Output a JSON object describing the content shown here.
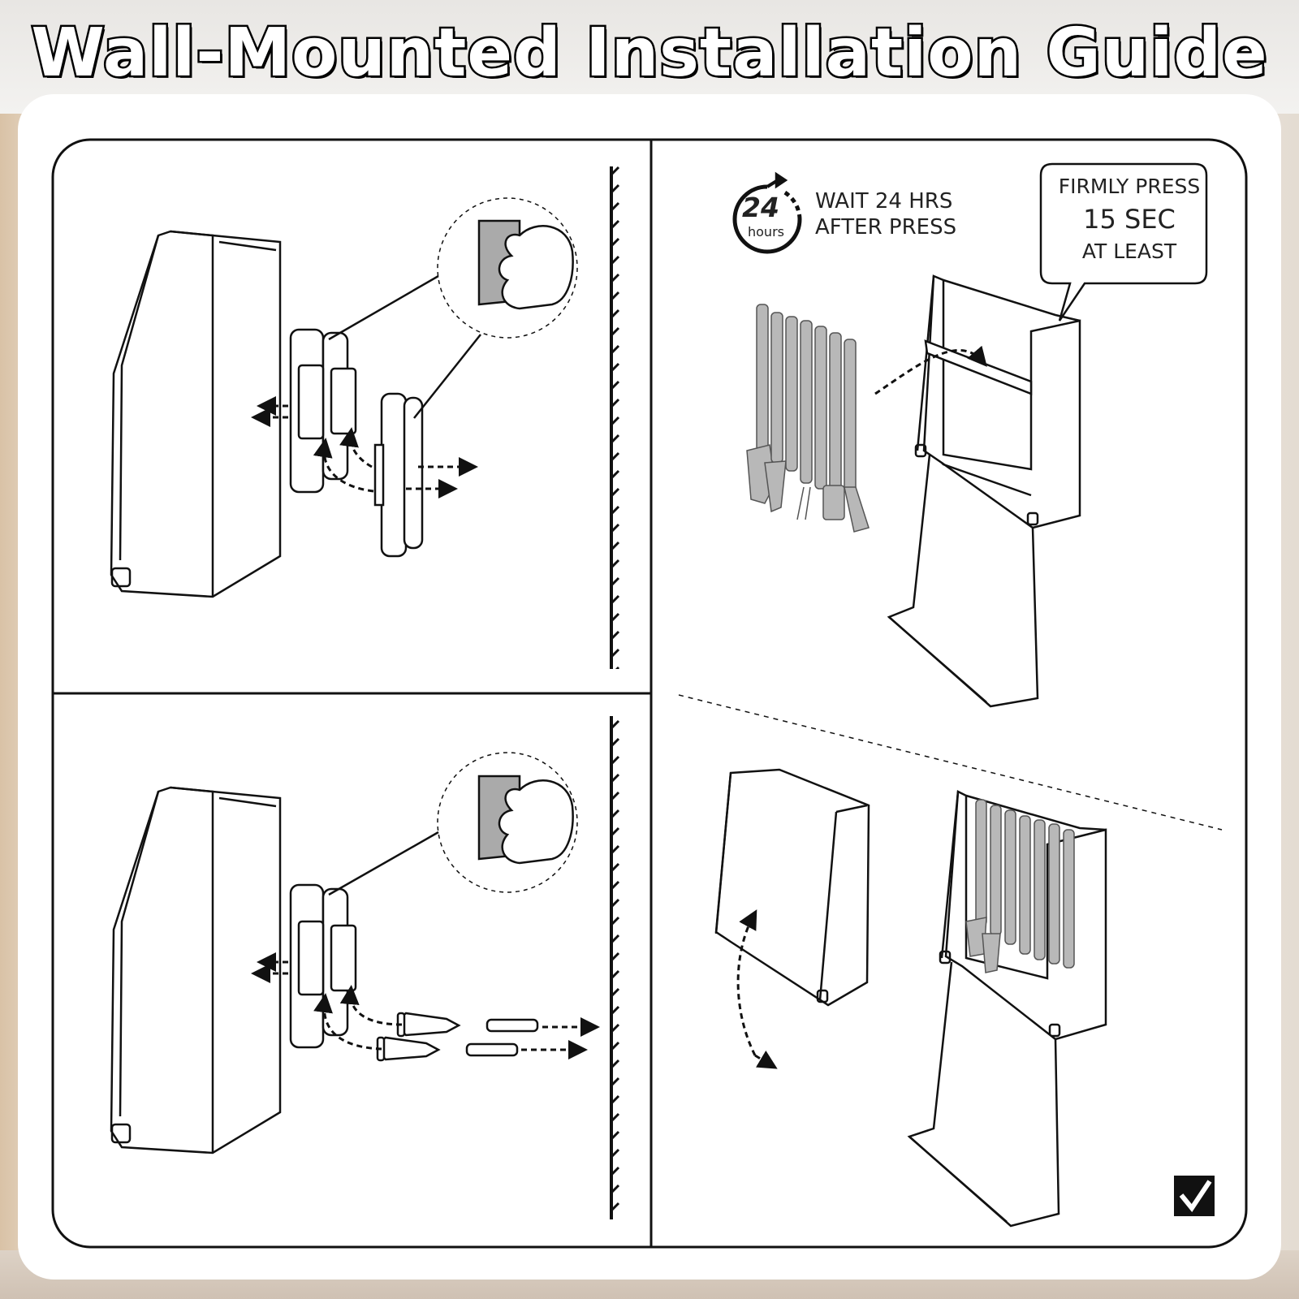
{
  "header": {
    "title": "Wall-Mounted Installation Guide"
  },
  "top_right": {
    "timer": {
      "number": "24",
      "unit": "hours"
    },
    "wait_line1": "WAIT 24 HRS",
    "wait_line2": "AFTER PRESS",
    "bubble_line1": "FIRMLY PRESS",
    "bubble_line2": "15 SEC",
    "bubble_line3": "AT LEAST"
  },
  "icons": {
    "timer": "clock-arrow-icon",
    "check": "checkmark-icon",
    "zoom": "magnifier-hand-peel-icon"
  },
  "colors": {
    "line": "#1a1a1a",
    "tool_gray": "#b8b8b8",
    "card": "#ffffff"
  }
}
